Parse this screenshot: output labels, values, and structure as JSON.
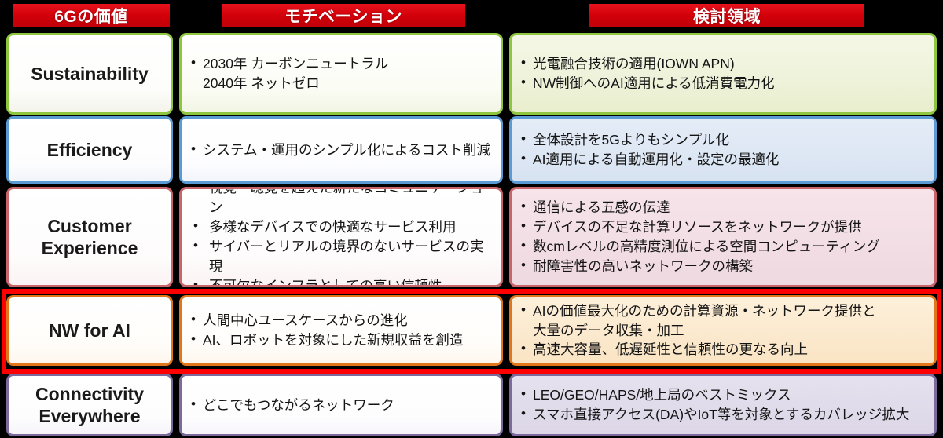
{
  "headers": [
    {
      "label": "6Gの価値"
    },
    {
      "label": "モチベーション"
    },
    {
      "label": "検討領域"
    }
  ],
  "colors": {
    "header_red": "#d2000a",
    "highlight_red": "#ff0000",
    "row1_accent": "#8ec640",
    "row2_accent": "#5b9bd5",
    "row3_accent": "#c9646a",
    "row4_accent": "#e2761b",
    "row5_accent": "#7b6a9b",
    "background": "#000000"
  },
  "rows": [
    {
      "value": "Sustainability",
      "motivation": [
        "2030年 カーボンニュートラル\n2040年 ネットゼロ"
      ],
      "areas": [
        "光電融合技術の適用(IOWN APN)",
        "NW制御へのAI適用による低消費電力化"
      ],
      "highlighted": false
    },
    {
      "value": "Efficiency",
      "motivation": [
        "システム・運用のシンプル化によるコスト削減"
      ],
      "areas": [
        "全体設計を5Gよりもシンプル化",
        "AI適用による自動運用化・設定の最適化"
      ],
      "highlighted": false
    },
    {
      "value": "Customer Experience",
      "motivation": [
        "視覚・聴覚を超えた新たなコミュニケーション",
        "多様なデバイスでの快適なサービス利用",
        "サイバーとリアルの境界のないサービスの実現",
        "不可欠なインフラとしての高い信頼性"
      ],
      "areas": [
        "通信による五感の伝達",
        "デバイスの不足な計算リソースをネットワークが提供",
        "数cmレベルの高精度測位による空間コンピューティング",
        "耐障害性の高いネットワークの構築"
      ],
      "highlighted": false
    },
    {
      "value": "NW for AI",
      "motivation": [
        "人間中心ユースケースからの進化",
        "AI、ロボットを対象にした新規収益を創造"
      ],
      "areas": [
        "AIの価値最大化のための計算資源・ネットワーク提供と\n大量のデータ収集・加工",
        "高速大容量、低遅延性と信頼性の更なる向上"
      ],
      "highlighted": true
    },
    {
      "value": "Connectivity Everywhere",
      "motivation": [
        "どこでもつながるネットワーク"
      ],
      "areas": [
        "LEO/GEO/HAPS/地上局のベストミックス",
        "スマホ直接アクセス(DA)やIoT等を対象とするカバレッジ拡大"
      ],
      "highlighted": false
    }
  ]
}
